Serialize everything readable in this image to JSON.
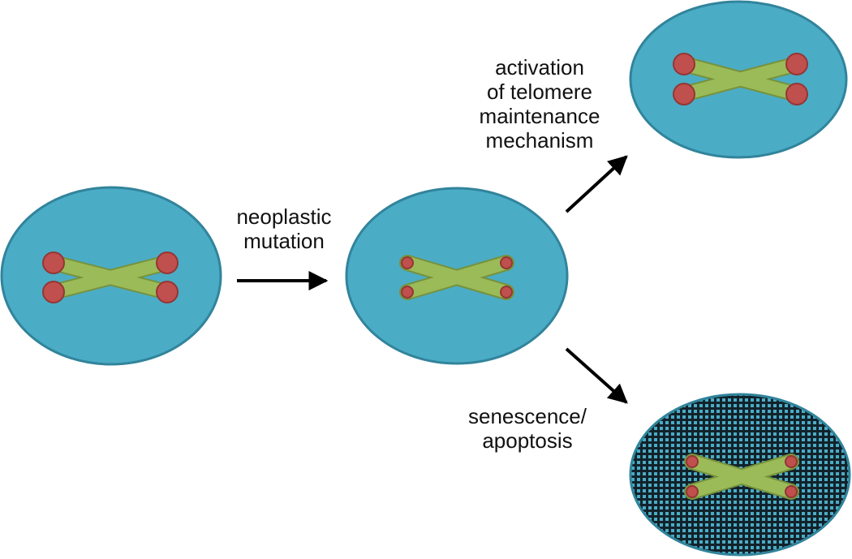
{
  "labels": {
    "neoplastic_mutation": [
      "neoplastic",
      "mutation"
    ],
    "telomere_maintenance": [
      "activation",
      "of telomere",
      "maintenance",
      "mechanism"
    ],
    "senescence_apoptosis": [
      "senescence/",
      "apoptosis"
    ]
  },
  "colors": {
    "cell_fill": "#4BACC6",
    "cell_stroke": "#31849B",
    "chromatid_fill": "#9BBB59",
    "chromatid_stroke": "#76923C",
    "telomere_fill": "#C0504D",
    "telomere_stroke": "#943634",
    "arrow": "#000000",
    "pattern_dark": "#12222A"
  }
}
